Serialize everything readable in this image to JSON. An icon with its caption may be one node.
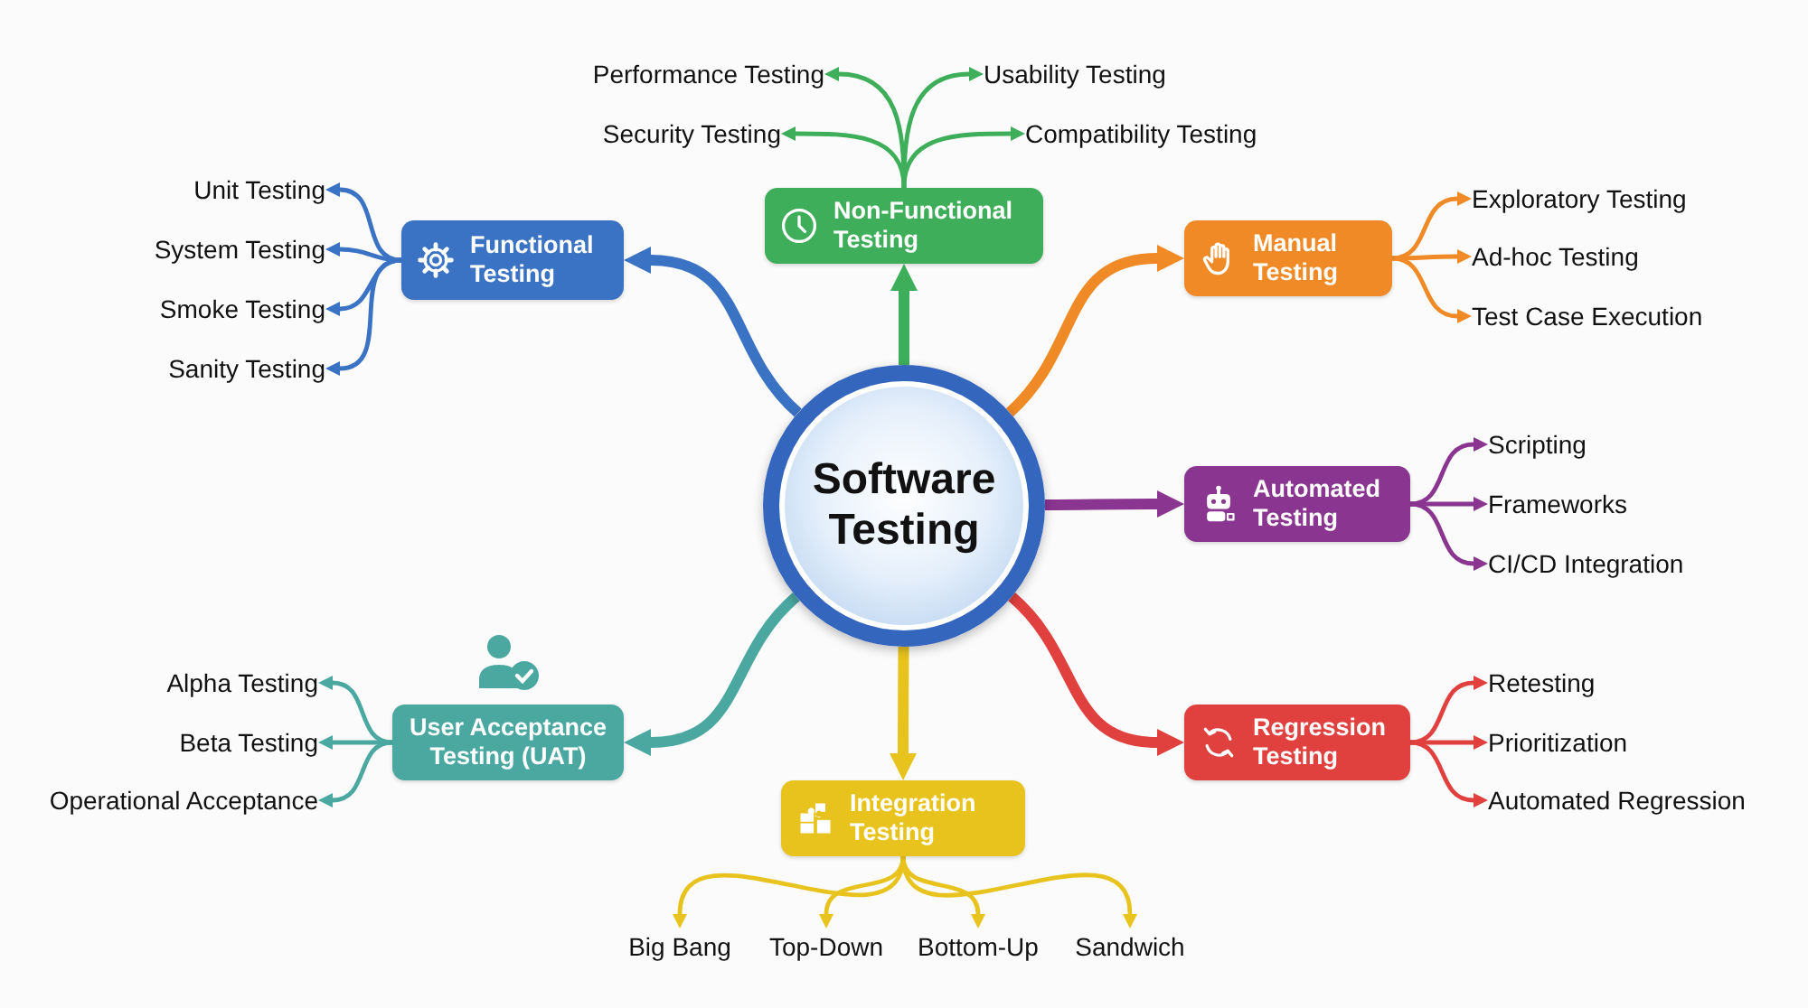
{
  "diagram": {
    "nodes": [
      {
        "text": [
          "Software Testing"
        ]
      },
      {
        "text": [
          "Non-Functional Testing"
        ]
      },
      {
        "text": [
          "Functional Testing"
        ]
      },
      {
        "text": [
          "Manual Testing"
        ]
      },
      {
        "text": [
          "Automated Testing"
        ]
      },
      {
        "text": [
          "User Acceptance Testing (UAT)"
        ]
      },
      {
        "text": [
          "Regression Testing"
        ]
      },
      {
        "text": [
          "Integration Testing"
        ]
      },
      {
        "text": [
          "Performance Testing"
        ]
      },
      {
        "text": [
          "Usability Testing"
        ]
      },
      {
        "text": [
          "Security Testing"
        ]
      },
      {
        "text": [
          "Compatibility Testing"
        ]
      },
      {
        "text": [
          "Unit Testing"
        ]
      },
      {
        "text": [
          "System Testing"
        ]
      },
      {
        "text": [
          "Smoke Testing"
        ]
      },
      {
        "text": [
          "Sanity Testing"
        ]
      },
      {
        "text": [
          "Exploratory Testing"
        ]
      },
      {
        "text": [
          "Ad-hoc Testing"
        ]
      },
      {
        "text": [
          "Test Case Execution"
        ]
      },
      {
        "text": [
          "Scripting"
        ]
      },
      {
        "text": [
          "Frameworks"
        ]
      },
      {
        "text": [
          "CI/CD Integration"
        ]
      },
      {
        "text": [
          "Alpha Testing"
        ]
      },
      {
        "text": [
          "Beta Testing"
        ]
      },
      {
        "text": [
          "Operational Acceptance"
        ]
      },
      {
        "text": [
          "Retesting"
        ]
      },
      {
        "text": [
          "Prioritization"
        ]
      },
      {
        "text": [
          "Automated Regression"
        ]
      },
      {
        "text": [
          "Big Bang"
        ]
      },
      {
        "text": [
          "Top-Down"
        ]
      },
      {
        "text": [
          "Bottom-Up"
        ]
      },
      {
        "text": [
          "Sandwich"
        ]
      }
    ],
    "edges": [
      {
        "from": 0,
        "to": 2,
        "arrow": "to",
        "style": "thick",
        "color": "#3b73c4"
      },
      {
        "from": 0,
        "to": 1,
        "arrow": "to",
        "style": "thick",
        "color": "#3fae5a"
      },
      {
        "from": 0,
        "to": 3,
        "arrow": "to",
        "style": "thick",
        "color": "#ef8a26"
      },
      {
        "from": 0,
        "to": 4,
        "arrow": "to",
        "style": "thick",
        "color": "#8a3590"
      },
      {
        "from": 0,
        "to": 6,
        "arrow": "to",
        "style": "thick",
        "color": "#e0413f"
      },
      {
        "from": 0,
        "to": 7,
        "arrow": "to",
        "style": "thick",
        "color": "#e8c31d"
      },
      {
        "from": 0,
        "to": 5,
        "arrow": "to",
        "style": "thick",
        "color": "#4aa8a0"
      },
      {
        "from": 1,
        "to": 8,
        "arrow": "to",
        "color": "#3fae5a"
      },
      {
        "from": 1,
        "to": 9,
        "arrow": "to",
        "color": "#3fae5a"
      },
      {
        "from": 1,
        "to": 10,
        "arrow": "to",
        "color": "#3fae5a"
      },
      {
        "from": 1,
        "to": 11,
        "arrow": "to",
        "color": "#3fae5a"
      },
      {
        "from": 2,
        "to": 12,
        "arrow": "to",
        "color": "#3b73c4"
      },
      {
        "from": 2,
        "to": 13,
        "arrow": "to",
        "color": "#3b73c4"
      },
      {
        "from": 2,
        "to": 14,
        "arrow": "to",
        "color": "#3b73c4"
      },
      {
        "from": 2,
        "to": 15,
        "arrow": "to",
        "color": "#3b73c4"
      },
      {
        "from": 3,
        "to": 16,
        "arrow": "to",
        "color": "#ef8a26"
      },
      {
        "from": 3,
        "to": 17,
        "arrow": "to",
        "color": "#ef8a26"
      },
      {
        "from": 3,
        "to": 18,
        "arrow": "to",
        "color": "#ef8a26"
      },
      {
        "from": 4,
        "to": 19,
        "arrow": "to",
        "color": "#8a3590"
      },
      {
        "from": 4,
        "to": 20,
        "arrow": "to",
        "color": "#8a3590"
      },
      {
        "from": 4,
        "to": 21,
        "arrow": "to",
        "color": "#8a3590"
      },
      {
        "from": 5,
        "to": 22,
        "arrow": "to",
        "color": "#4aa8a0"
      },
      {
        "from": 5,
        "to": 23,
        "arrow": "to",
        "color": "#4aa8a0"
      },
      {
        "from": 5,
        "to": 24,
        "arrow": "to",
        "color": "#4aa8a0"
      },
      {
        "from": 6,
        "to": 25,
        "arrow": "to",
        "color": "#e0413f"
      },
      {
        "from": 6,
        "to": 26,
        "arrow": "to",
        "color": "#e0413f"
      },
      {
        "from": 6,
        "to": 27,
        "arrow": "to",
        "color": "#e0413f"
      },
      {
        "from": 7,
        "to": 28,
        "arrow": "to",
        "color": "#e8c31d"
      },
      {
        "from": 7,
        "to": 29,
        "arrow": "to",
        "color": "#e8c31d"
      },
      {
        "from": 7,
        "to": 30,
        "arrow": "to",
        "color": "#e8c31d"
      },
      {
        "from": 7,
        "to": 31,
        "arrow": "to",
        "color": "#e8c31d"
      }
    ]
  }
}
